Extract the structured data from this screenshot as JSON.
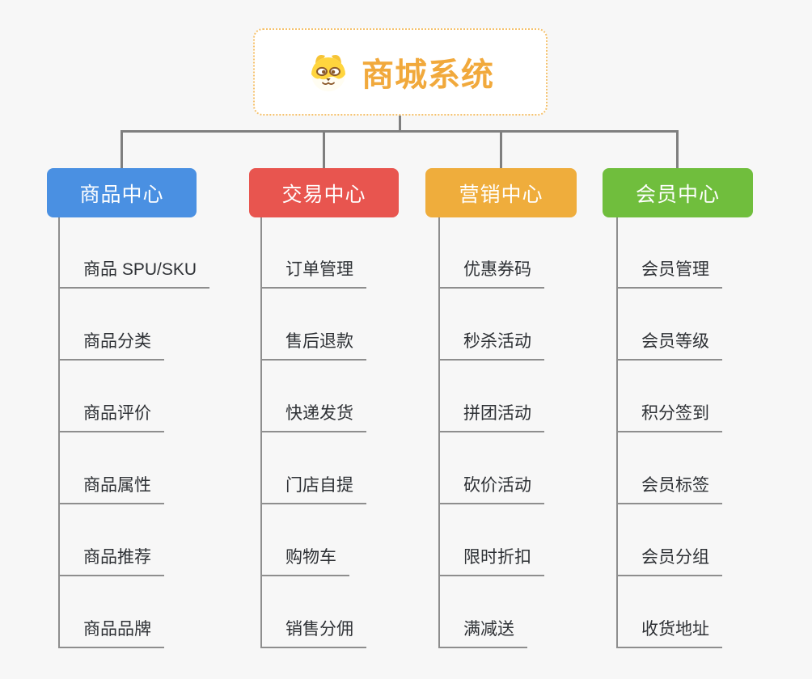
{
  "page": {
    "background_color": "#F7F7F7"
  },
  "root": {
    "title": "商城系统",
    "icon": "shiba-dog-icon",
    "title_color": "#F1A93C",
    "border_color": "#F5C26E"
  },
  "connectors": {
    "color": "#7F7F7F"
  },
  "leaves": {
    "text_color": "#2E3135",
    "line_color": "#8E8E8E"
  },
  "columns": [
    {
      "label": "商品中心",
      "color": "#4A90E2",
      "items": [
        "商品 SPU/SKU",
        "商品分类",
        "商品评价",
        "商品属性",
        "商品推荐",
        "商品品牌"
      ]
    },
    {
      "label": "交易中心",
      "color": "#E8554F",
      "items": [
        "订单管理",
        "售后退款",
        "快递发货",
        "门店自提",
        "购物车",
        "销售分佣"
      ]
    },
    {
      "label": "营销中心",
      "color": "#EFAD3C",
      "items": [
        "优惠券码",
        "秒杀活动",
        "拼团活动",
        "砍价活动",
        "限时折扣",
        "满减送"
      ]
    },
    {
      "label": "会员中心",
      "color": "#70BE3D",
      "items": [
        "会员管理",
        "会员等级",
        "积分签到",
        "会员标签",
        "会员分组",
        "收货地址"
      ]
    }
  ]
}
